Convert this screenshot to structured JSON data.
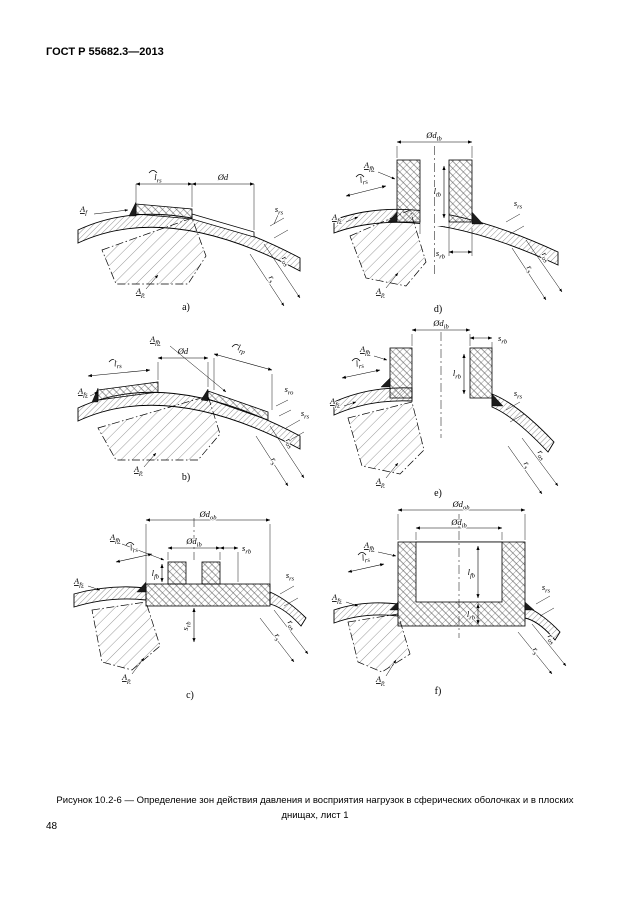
{
  "page": {
    "header": "ГОСТ Р 55682.3—2013",
    "page_number": "48",
    "caption": "Рисунок 10.2-6 — Определение зон действия давления и восприятия нагрузок в сферических оболочках и в плоских днищах, лист 1"
  },
  "fig_a": {
    "letter": "a)",
    "Af": {
      "m": "A",
      "s": "f"
    },
    "Ap": {
      "m": "A",
      "s": "p"
    },
    "lrs": {
      "m": "l",
      "s": "rs"
    },
    "d": {
      "m": "Ød",
      "s": ""
    },
    "srs": {
      "m": "s",
      "s": "rs"
    },
    "rs": {
      "m": "r",
      "s": "s"
    },
    "ros": {
      "m": "r",
      "s": "os"
    }
  },
  "fig_b": {
    "letter": "b)",
    "Afb": {
      "m": "A",
      "s": "fb"
    },
    "lrp": {
      "m": "l",
      "s": "rp"
    },
    "d": {
      "m": "Ød",
      "s": ""
    },
    "sro": {
      "m": "s",
      "s": "ro"
    },
    "srs": {
      "m": "s",
      "s": "rs"
    },
    "lrs": {
      "m": "l",
      "s": "rs"
    },
    "Afs": {
      "m": "A",
      "s": "fs"
    },
    "Ap": {
      "m": "A",
      "s": "p"
    },
    "rs": {
      "m": "r",
      "s": "s"
    },
    "ros": {
      "m": "r",
      "s": "os"
    }
  },
  "fig_c": {
    "letter": "c)",
    "dob": {
      "m": "Ød",
      "s": "ob"
    },
    "dib": {
      "m": "Ød",
      "s": "ib"
    },
    "Afb": {
      "m": "A",
      "s": "fb"
    },
    "lrs": {
      "m": "l",
      "s": "rs"
    },
    "srb": {
      "m": "s",
      "s": "rb"
    },
    "lfb": {
      "m": "l",
      "s": "fb"
    },
    "Afs": {
      "m": "A",
      "s": "fs"
    },
    "srs": {
      "m": "s",
      "s": "rs"
    },
    "srb2": {
      "m": "s",
      "s": "rb"
    },
    "Ap": {
      "m": "A",
      "s": "p"
    },
    "rs": {
      "m": "r",
      "s": "s"
    },
    "ros": {
      "m": "r",
      "s": "os"
    }
  },
  "fig_d": {
    "letter": "d)",
    "dtb": {
      "m": "Ød",
      "s": "tb"
    },
    "Afb": {
      "m": "A",
      "s": "fb"
    },
    "lrs": {
      "m": "l",
      "s": "rs"
    },
    "Afs": {
      "m": "A",
      "s": "fs"
    },
    "Ap": {
      "m": "A",
      "s": "p"
    },
    "ltb": {
      "m": "l",
      "s": "tb"
    },
    "srb": {
      "m": "s",
      "s": "rb"
    },
    "srs": {
      "m": "s",
      "s": "rs"
    },
    "rs": {
      "m": "r",
      "s": "s"
    },
    "ros": {
      "m": "r",
      "s": "os"
    }
  },
  "fig_e": {
    "letter": "e)",
    "dib": {
      "m": "Ød",
      "s": "ib"
    },
    "srb": {
      "m": "s",
      "s": "rb"
    },
    "Afb": {
      "m": "A",
      "s": "fb"
    },
    "lrs": {
      "m": "l",
      "s": "rs"
    },
    "Afs": {
      "m": "A",
      "s": "fs"
    },
    "Ap": {
      "m": "A",
      "s": "p"
    },
    "lrb": {
      "m": "l",
      "s": "rb"
    },
    "srs": {
      "m": "s",
      "s": "rs"
    },
    "rs": {
      "m": "r",
      "s": "s"
    },
    "ros": {
      "m": "r",
      "s": "os"
    }
  },
  "fig_f": {
    "letter": "f)",
    "dob": {
      "m": "Ød",
      "s": "ob"
    },
    "dib": {
      "m": "Ød",
      "s": "ib"
    },
    "Afb": {
      "m": "A",
      "s": "fb"
    },
    "lrs": {
      "m": "l",
      "s": "rs"
    },
    "Afs": {
      "m": "A",
      "s": "fs"
    },
    "lfb": {
      "m": "l",
      "s": "fb"
    },
    "lrb": {
      "m": "l",
      "s": "rb"
    },
    "Ap": {
      "m": "A",
      "s": "p"
    },
    "srs": {
      "m": "s",
      "s": "rs"
    },
    "rs": {
      "m": "r",
      "s": "s"
    },
    "ros": {
      "m": "r",
      "s": "os"
    }
  }
}
